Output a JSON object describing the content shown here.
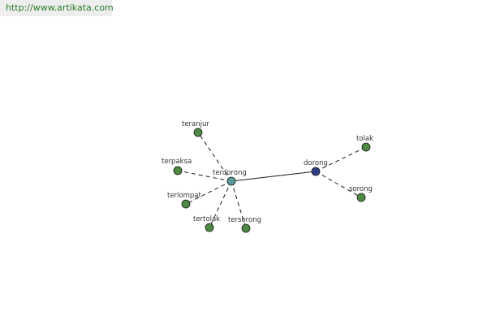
{
  "site": {
    "url": "http://www.artikata.com"
  },
  "colors": {
    "leaf_node": "#4f8a45",
    "hub_node": "#5a9a9a",
    "center_node": "#2e3d82",
    "node_stroke": "#1a1a1a",
    "edge": "#1a1a1a",
    "banner_text": "#2a7a2a"
  },
  "graph": {
    "nodes": [
      {
        "id": "teranjur",
        "label": "teranjur",
        "kind": "leaf"
      },
      {
        "id": "terpaksa",
        "label": "terpaksa",
        "kind": "leaf"
      },
      {
        "id": "terdorong",
        "label": "terdorong",
        "kind": "hub"
      },
      {
        "id": "terlompat",
        "label": "terlompat",
        "kind": "leaf"
      },
      {
        "id": "tertolak",
        "label": "tertolak",
        "kind": "leaf"
      },
      {
        "id": "tersorong",
        "label": "tersorong",
        "kind": "leaf"
      },
      {
        "id": "dorong",
        "label": "dorong",
        "kind": "center"
      },
      {
        "id": "tolak",
        "label": "tolak",
        "kind": "leaf"
      },
      {
        "id": "sorong",
        "label": "sorong",
        "kind": "leaf"
      }
    ],
    "edges": [
      {
        "from": "terdorong",
        "to": "teranjur",
        "style": "dashed"
      },
      {
        "from": "terdorong",
        "to": "terpaksa",
        "style": "dashed"
      },
      {
        "from": "terdorong",
        "to": "terlompat",
        "style": "dashed"
      },
      {
        "from": "terdorong",
        "to": "tertolak",
        "style": "dashed"
      },
      {
        "from": "terdorong",
        "to": "tersorong",
        "style": "dashed"
      },
      {
        "from": "terdorong",
        "to": "dorong",
        "style": "solid"
      },
      {
        "from": "dorong",
        "to": "tolak",
        "style": "dashed"
      },
      {
        "from": "dorong",
        "to": "sorong",
        "style": "dashed"
      }
    ]
  }
}
